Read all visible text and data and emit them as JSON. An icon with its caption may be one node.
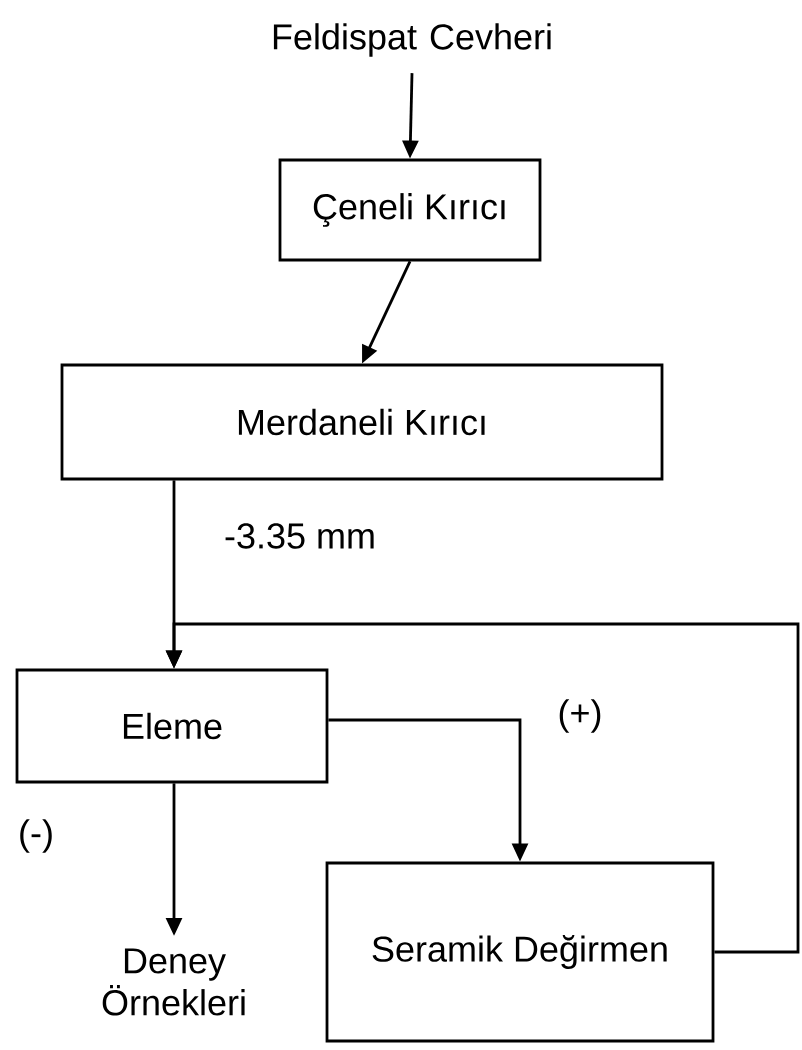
{
  "diagram": {
    "nodes": [
      {
        "text": [
          "Feldispat Cevheri"
        ]
      },
      {
        "text": [
          "Çeneli Kırıcı"
        ]
      },
      {
        "text": [
          "Merdaneli Kırıcı"
        ]
      },
      {
        "text": [
          "Eleme"
        ]
      },
      {
        "text": [
          "Seramik Değirmen"
        ]
      },
      {
        "text": [
          "Deney Örnekleri"
        ]
      }
    ],
    "edges": [
      {
        "from": 0,
        "to": 1,
        "arrow": "to"
      },
      {
        "from": 1,
        "to": 2,
        "arrow": "to"
      },
      {
        "from": 2,
        "to": 3,
        "arrow": "to",
        "label": "-3.35 mm"
      },
      {
        "from": 3,
        "to": 4,
        "arrow": "to",
        "label": "(+)"
      },
      {
        "from": 3,
        "to": 5,
        "arrow": "to",
        "label": "(-)"
      },
      {
        "from": 4,
        "to": 3,
        "arrow": "to"
      }
    ]
  }
}
